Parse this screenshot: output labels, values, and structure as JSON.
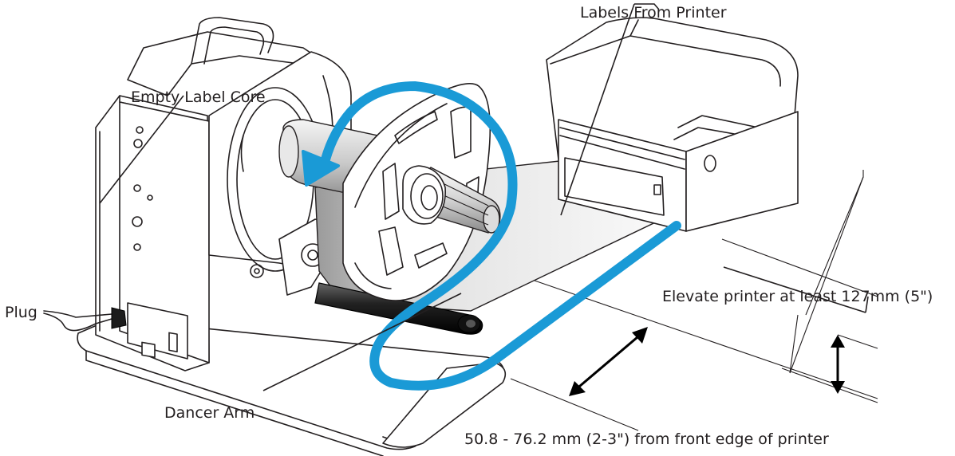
{
  "labels": {
    "labels_from_printer": "Labels From Printer",
    "empty_label_core": "Empty Label Core",
    "elevate_printer": "Elevate printer at least 127mm (5\")",
    "plug": "Plug",
    "dancer_arm": "Dancer Arm",
    "front_edge": "50.8 - 76.2 mm (2-3\") from front edge of printer"
  },
  "colors": {
    "path_arrow": "#1a9ad6",
    "line_art": "#231f20",
    "label_web": "#e6e6e6"
  },
  "icons": {
    "path_arrow": "curved-arrow-icon",
    "dimension_arrows": "double-arrow-icon"
  }
}
